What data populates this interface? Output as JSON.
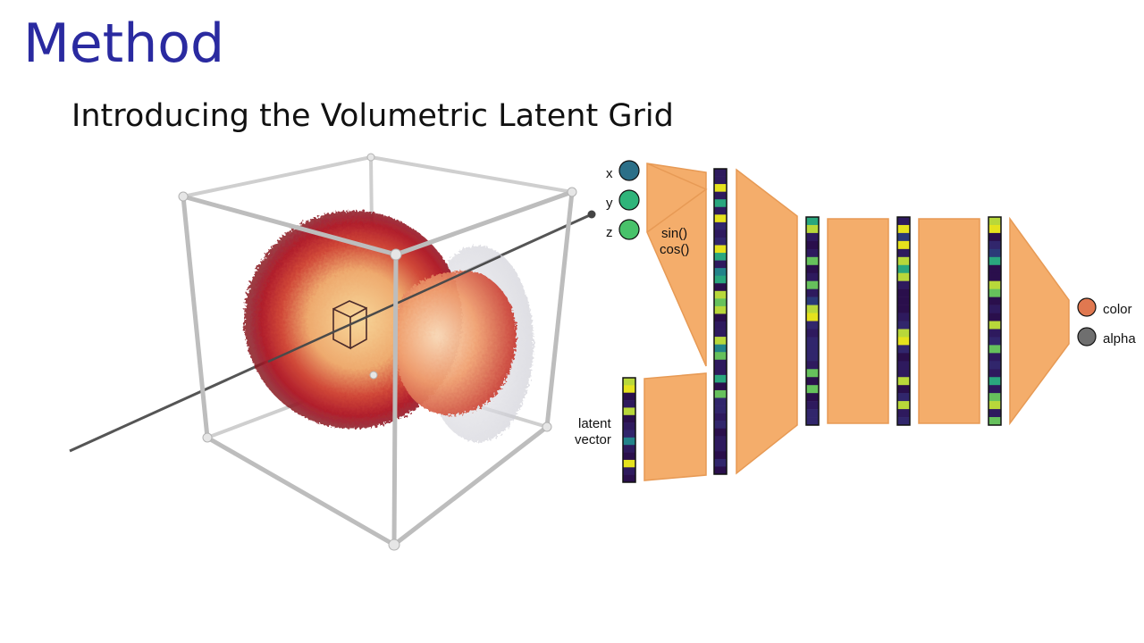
{
  "slide": {
    "title": "Method",
    "subtitle": "Introducing the Volumetric Latent Grid"
  },
  "network": {
    "inputs": [
      "x",
      "y",
      "z"
    ],
    "input_colors": [
      "#2b6f88",
      "#2fb47a",
      "#48c26a"
    ],
    "encoding_labels": [
      "sin()",
      "cos()"
    ],
    "latent_label": [
      "latent",
      "vector"
    ],
    "outputs": [
      {
        "label": "color",
        "color": "#e07850"
      },
      {
        "label": "alpha",
        "color": "#6f6f6f"
      }
    ],
    "layer_color": "#f4ad6b",
    "layer_edge": "#e79a55"
  },
  "colors": {
    "title": "#2a2aa0",
    "sphere_outer": "#b01f2c",
    "sphere_inner": "#f2c48a"
  }
}
